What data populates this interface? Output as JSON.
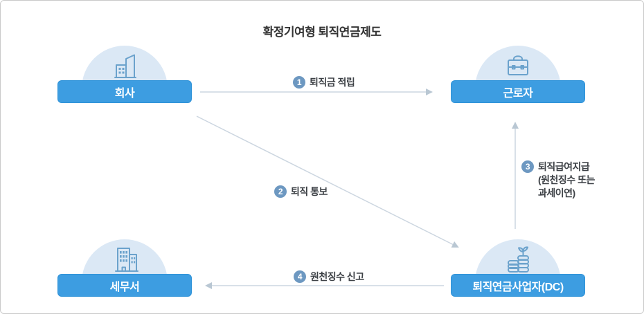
{
  "title": "확정기여형 퇴직연금제도",
  "nodes": [
    {
      "label": "회사",
      "icon": "company-building-icon"
    },
    {
      "label": "근로자",
      "icon": "briefcase-icon"
    },
    {
      "label": "세무서",
      "icon": "tax-office-building-icon"
    },
    {
      "label": "퇴직연금사업자(DC)",
      "icon": "coins-sprout-icon"
    }
  ],
  "steps": [
    {
      "num": "1",
      "text": "퇴직금 적립"
    },
    {
      "num": "2",
      "text": "퇴직 통보"
    },
    {
      "num": "3",
      "line1": "퇴직급여지급",
      "line2": "(원천징수 또는",
      "line3": "과세이연)"
    },
    {
      "num": "4",
      "text": "원천징수 신고"
    }
  ],
  "colors": {
    "node_bar": "#3d9de1",
    "node_bar_border": "#2e92d8",
    "node_circle": "#dbe8f5",
    "icon_stroke": "#6ba2cc",
    "arrow_line": "#ccd6e0",
    "arrow_head": "#b9c7d3",
    "badge": "#6d98c1",
    "label_text": "#3d4146",
    "frame_border": "#c9c9c9"
  }
}
